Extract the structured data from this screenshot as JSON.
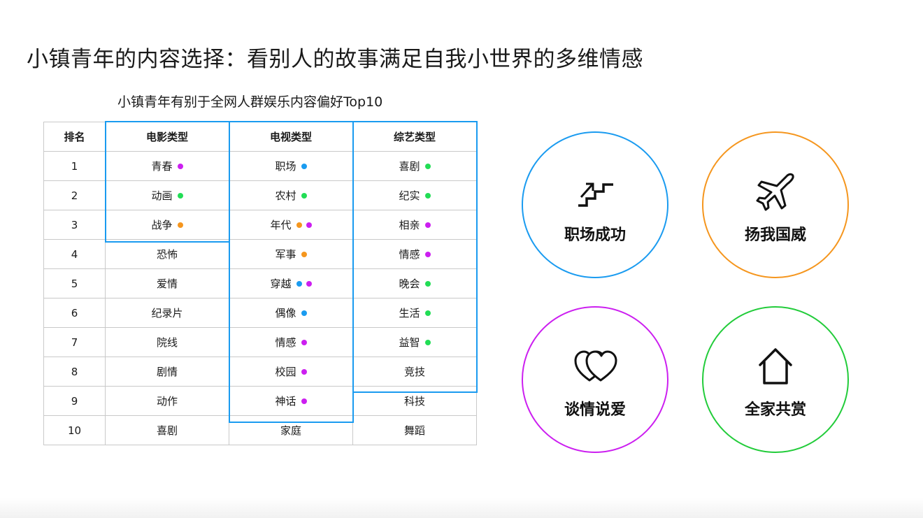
{
  "title": "小镇青年的内容选择：看别人的故事满足自我小世界的多维情感",
  "table": {
    "caption": "小镇青年有别于全网人群娱乐内容偏好Top10",
    "headers": [
      "排名",
      "电影类型",
      "电视类型",
      "综艺类型"
    ],
    "rows": [
      {
        "rank": "1",
        "movie": {
          "text": "青春",
          "dots": [
            "purple"
          ]
        },
        "tv": {
          "text": "职场",
          "dots": [
            "blue"
          ]
        },
        "variety": {
          "text": "喜剧",
          "dots": [
            "green"
          ]
        }
      },
      {
        "rank": "2",
        "movie": {
          "text": "动画",
          "dots": [
            "green"
          ]
        },
        "tv": {
          "text": "农村",
          "dots": [
            "green"
          ]
        },
        "variety": {
          "text": "纪实",
          "dots": [
            "green"
          ]
        }
      },
      {
        "rank": "3",
        "movie": {
          "text": "战争",
          "dots": [
            "orange"
          ]
        },
        "tv": {
          "text": "年代",
          "dots": [
            "orange",
            "purple"
          ]
        },
        "variety": {
          "text": "相亲",
          "dots": [
            "purple"
          ]
        }
      },
      {
        "rank": "4",
        "movie": {
          "text": "恐怖",
          "dots": []
        },
        "tv": {
          "text": "军事",
          "dots": [
            "orange"
          ]
        },
        "variety": {
          "text": "情感",
          "dots": [
            "purple"
          ]
        }
      },
      {
        "rank": "5",
        "movie": {
          "text": "爱情",
          "dots": []
        },
        "tv": {
          "text": "穿越",
          "dots": [
            "blue",
            "purple"
          ]
        },
        "variety": {
          "text": "晚会",
          "dots": [
            "green"
          ]
        }
      },
      {
        "rank": "6",
        "movie": {
          "text": "纪录片",
          "dots": []
        },
        "tv": {
          "text": "偶像",
          "dots": [
            "blue"
          ]
        },
        "variety": {
          "text": "生活",
          "dots": [
            "green"
          ]
        }
      },
      {
        "rank": "7",
        "movie": {
          "text": "院线",
          "dots": []
        },
        "tv": {
          "text": "情感",
          "dots": [
            "purple"
          ]
        },
        "variety": {
          "text": "益智",
          "dots": [
            "green"
          ]
        }
      },
      {
        "rank": "8",
        "movie": {
          "text": "剧情",
          "dots": []
        },
        "tv": {
          "text": "校园",
          "dots": [
            "purple"
          ]
        },
        "variety": {
          "text": "竞技",
          "dots": []
        }
      },
      {
        "rank": "9",
        "movie": {
          "text": "动作",
          "dots": []
        },
        "tv": {
          "text": "神话",
          "dots": [
            "purple"
          ]
        },
        "variety": {
          "text": "科技",
          "dots": []
        }
      },
      {
        "rank": "10",
        "movie": {
          "text": "喜剧",
          "dots": []
        },
        "tv": {
          "text": "家庭",
          "dots": []
        },
        "variety": {
          "text": "舞蹈",
          "dots": []
        }
      }
    ]
  },
  "circles": [
    {
      "label": "职场成功",
      "icon": "stairs-up-icon",
      "color": "#1a9bf0"
    },
    {
      "label": "扬我国威",
      "icon": "airplane-icon",
      "color": "#f5961e"
    },
    {
      "label": "谈情说爱",
      "icon": "double-heart-icon",
      "color": "#cc1ff0"
    },
    {
      "label": "全家共赏",
      "icon": "house-icon",
      "color": "#22cc3a"
    }
  ],
  "colors": {
    "blue": "#1a9bf0",
    "orange": "#f5961e",
    "purple": "#cc1ff0",
    "green": "#22dd55",
    "highlight_border": "#1a9bf0"
  }
}
